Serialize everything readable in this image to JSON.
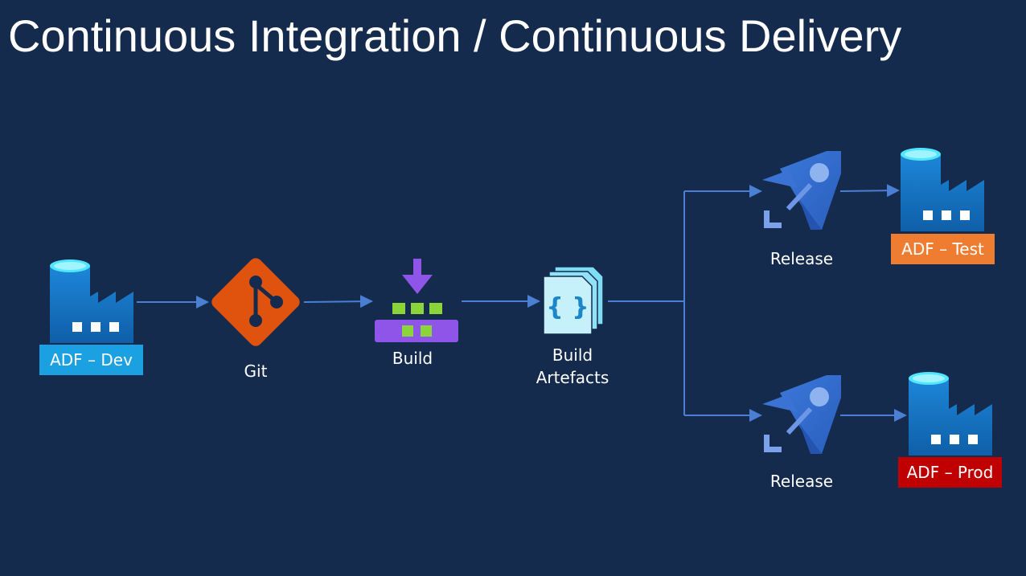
{
  "title": "Continuous Integration / Continuous Delivery",
  "nodes": {
    "adf_dev": {
      "label": "ADF – Dev",
      "color": "#1ba1e2",
      "icon": "data-factory-icon"
    },
    "git": {
      "label": "Git",
      "color": "#e0530e",
      "icon": "git-icon"
    },
    "build": {
      "label": "Build",
      "icon": "build-pipeline-icon"
    },
    "artefacts": {
      "label_line1": "Build",
      "label_line2": "Artefacts",
      "icon": "artifact-icon"
    },
    "release_test": {
      "label": "Release",
      "icon": "release-rocket-icon"
    },
    "release_prod": {
      "label": "Release",
      "icon": "release-rocket-icon"
    },
    "adf_test": {
      "label": "ADF – Test",
      "color": "#ee7d31",
      "icon": "data-factory-icon"
    },
    "adf_prod": {
      "label": "ADF – Prod",
      "color": "#c00000",
      "icon": "data-factory-icon"
    }
  },
  "colors": {
    "background": "#152b4d",
    "connector": "#4a7fd4"
  }
}
